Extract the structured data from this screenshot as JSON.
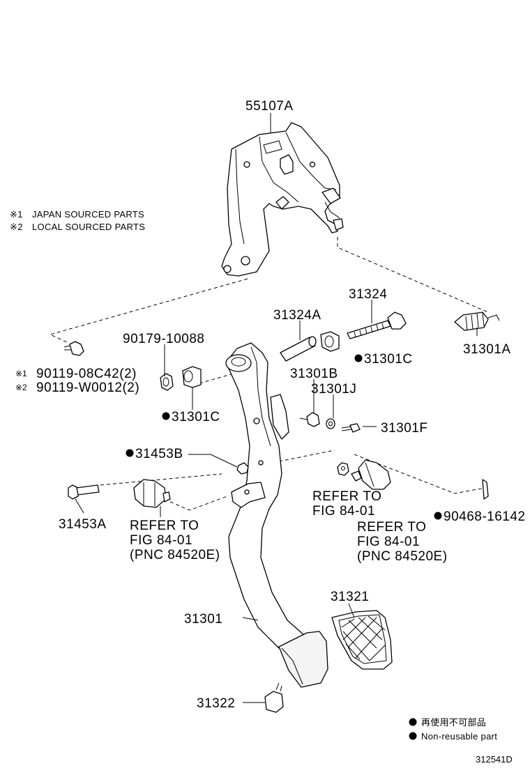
{
  "notes": {
    "mark1": "※1",
    "mark2": "※2",
    "japan_sourced": "JAPAN SOURCED PARTS",
    "local_sourced": "LOCAL SOURCED PARTS"
  },
  "parts": {
    "p55107A": "55107A",
    "p31324": "31324",
    "p31324A": "31324A",
    "p31301C_right": "31301C",
    "p31301A": "31301A",
    "p90179": "90179-10088",
    "p90119_1": "90119-08C42(2)",
    "p90119_2": "90119-W0012(2)",
    "p31301C_left": "31301C",
    "p31301B": "31301B",
    "p31301J": "31301J",
    "p31301F": "31301F",
    "p31453B": "31453B",
    "p31453A": "31453A",
    "p90468": "90468-16142",
    "p31301": "31301",
    "p31321": "31321",
    "p31322": "31322"
  },
  "refs": {
    "left_l1": "REFER TO",
    "left_l2": "FIG 84-01",
    "left_l3": "(PNC 84520E)",
    "mid_l1": "REFER TO",
    "mid_l2": "FIG 84-01",
    "right_l1": "REFER TO",
    "right_l2": "FIG 84-01",
    "right_l3": "(PNC 84520E)"
  },
  "legend": {
    "japanese": "再使用不可部品",
    "english": "Non-reusable part"
  },
  "figure_code": "312541D"
}
